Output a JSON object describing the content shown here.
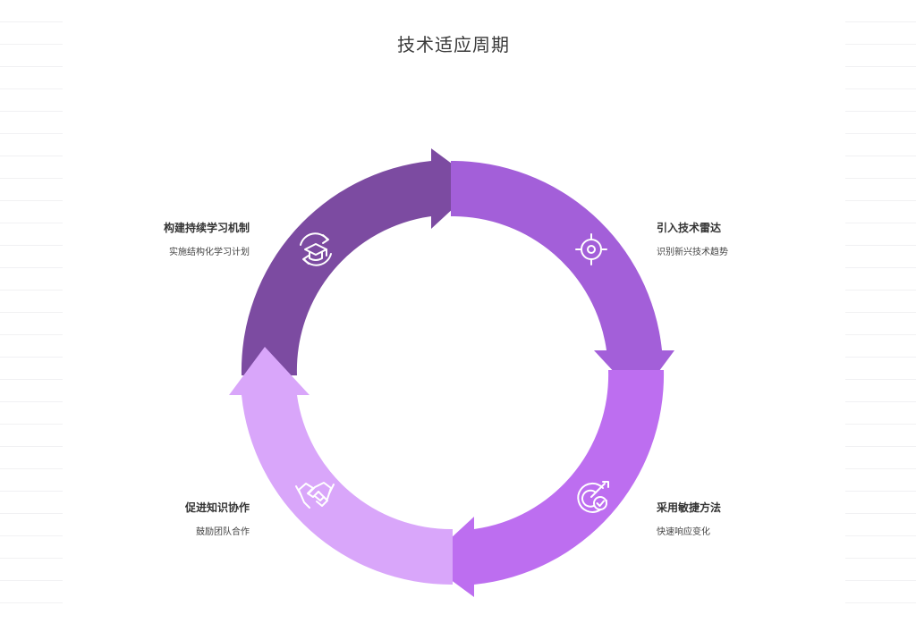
{
  "title": "技术适应周期",
  "colors": {
    "top_left": "#7c4ba1",
    "top_right": "#a35fd9",
    "bottom_right": "#bd6ef0",
    "bottom_left": "#d9a6fa",
    "icon": "#ffffff"
  },
  "stages": [
    {
      "title": "引入技术雷达",
      "description": "识别新兴技术趋势",
      "icon": "target-icon"
    },
    {
      "title": "采用敏捷方法",
      "description": "快速响应变化",
      "icon": "target-check-icon"
    },
    {
      "title": "促进知识协作",
      "description": "鼓励团队合作",
      "icon": "handshake-icon"
    },
    {
      "title": "构建持续学习机制",
      "description": "实施结构化学习计划",
      "icon": "graduation-cycle-icon"
    }
  ]
}
